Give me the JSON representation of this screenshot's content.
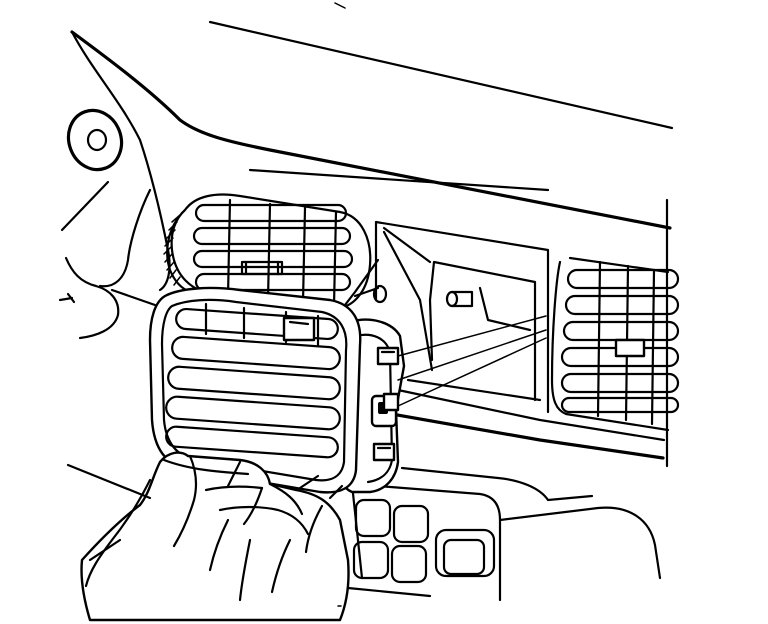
{
  "figure": {
    "background": "#ffffff",
    "ink": "#000000",
    "parts": [
      "instrument-panel",
      "left-air-outlet-housing",
      "air-outlet-assembly",
      "outlet-retaining-tabs",
      "alignment-pins",
      "center-air-outlet",
      "center-control-bezel",
      "hand"
    ]
  }
}
